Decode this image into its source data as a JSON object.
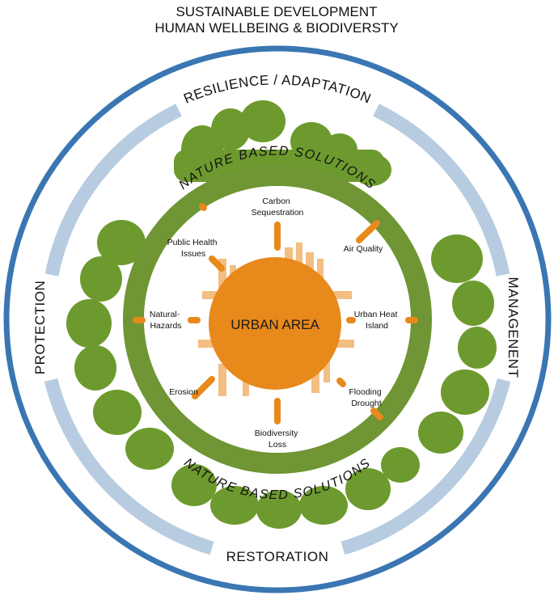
{
  "title": {
    "line1": "SUSTAINABLE DEVELOPMENT",
    "line2": "HUMAN WELLBEING & BIODIVERSTY"
  },
  "outer_ring": {
    "top": "RESILIENCE / ADAPTATION",
    "left": "PROTECTION",
    "right": "MANAGENENT",
    "bottom": "RESTORATION"
  },
  "nbs": {
    "top": "NATURE BASED SOLUTIONS",
    "bottom": "NATURE BASED SOLUTIONS"
  },
  "center": {
    "label": "URBAN AREA"
  },
  "issues": {
    "carbon": [
      "Carbon",
      "Sequestration"
    ],
    "air": [
      "Air Quality"
    ],
    "heat": [
      "Urban Heat",
      "Island"
    ],
    "flooding": [
      "Flooding",
      "Drought"
    ],
    "biodiversity": [
      "Biodiversity",
      "Loss"
    ],
    "erosion": [
      "Erosion"
    ],
    "hazards": [
      "Natural-",
      "Hazards"
    ],
    "health": [
      "Public Health",
      "Issues"
    ]
  },
  "colors": {
    "outer_ring": "#3a76b2",
    "arc_band": "#b7cce0",
    "nbs_ring": "#6f9534",
    "trees": "#6d9a2e",
    "orange": "#e8891c"
  }
}
